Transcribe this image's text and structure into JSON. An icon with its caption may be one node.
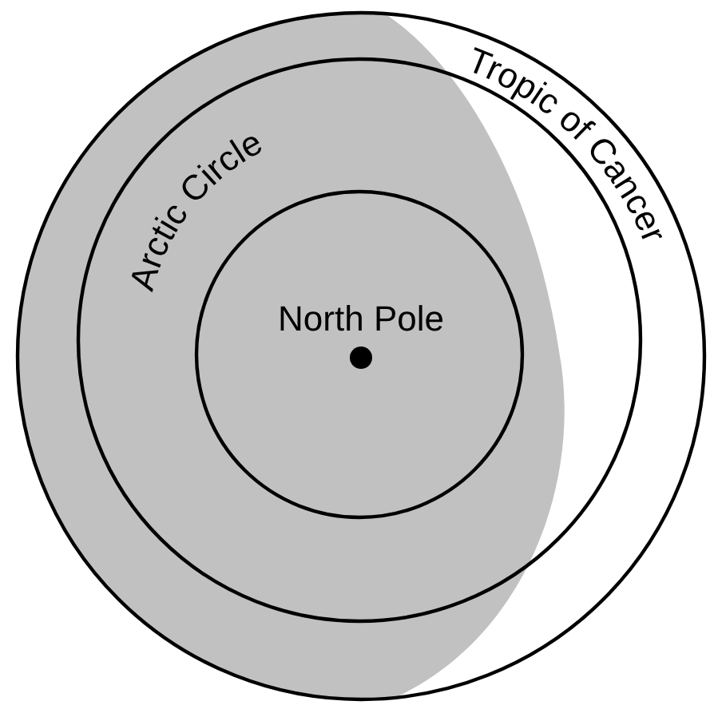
{
  "diagram": {
    "nodes": [
      {
        "text": [
          "Tropic of Cancer"
        ]
      },
      {
        "text": [
          "Arctic Circle"
        ],
        "in": 0
      },
      {
        "text": [
          "North Pole"
        ],
        "in": 1
      },
      {
        "text": [],
        "shape": "circle",
        "in": 2
      }
    ]
  }
}
